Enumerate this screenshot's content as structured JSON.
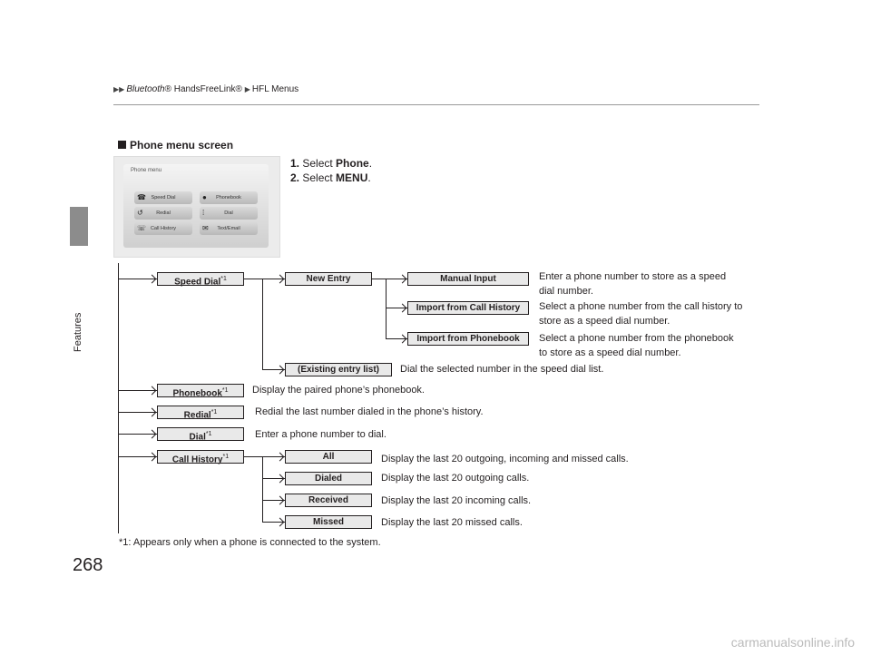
{
  "header": {
    "crumb1": "Bluetooth",
    "crumb1_mark": "®",
    "crumb2": " HandsFreeLink®",
    "crumb3": "HFL Menus"
  },
  "side": {
    "label": "Features"
  },
  "page_number": "268",
  "section": {
    "title": "Phone menu screen"
  },
  "steps": [
    {
      "num": "1.",
      "text": "Select ",
      "bold": "Phone",
      "end": "."
    },
    {
      "num": "2.",
      "text": "Select ",
      "bold": "MENU",
      "end": "."
    }
  ],
  "screen": {
    "title": "Phone menu",
    "buttons": [
      "Speed Dial",
      "Phonebook",
      "Redial",
      "Dial",
      "Call History",
      "Text/Email"
    ]
  },
  "tree": {
    "speed_dial": "Speed Dial",
    "new_entry": "New Entry",
    "manual_input": "Manual Input",
    "manual_input_desc1": "Enter a phone number to store as a speed",
    "manual_input_desc2": "dial number.",
    "import_call_history": "Import from Call History",
    "import_call_history_desc1": "Select a phone number from the call history to",
    "import_call_history_desc2": "store as a speed dial number.",
    "import_phonebook": "Import from Phonebook",
    "import_phonebook_desc1": "Select a phone number from the phonebook",
    "import_phonebook_desc2": "to store as a speed dial number.",
    "existing_entry": "(Existing entry list)",
    "existing_entry_desc": "Dial the selected number in the speed dial list.",
    "phonebook": "Phonebook",
    "phonebook_desc": "Display the paired phone’s phonebook.",
    "redial": "Redial",
    "redial_desc": "Redial the last number dialed in the phone’s history.",
    "dial": "Dial",
    "dial_desc": "Enter a phone number to dial.",
    "call_history": "Call History",
    "all": "All",
    "all_desc": "Display the last 20 outgoing, incoming and missed calls.",
    "dialed": "Dialed",
    "dialed_desc": "Display the last 20 outgoing calls.",
    "received": "Received",
    "received_desc": "Display the last 20 incoming calls.",
    "missed": "Missed",
    "missed_desc": "Display the last 20 missed calls.",
    "footnote_mark": "*1"
  },
  "footnote": "*1: Appears only when a phone is connected to the system.",
  "watermark": "carmanualsonline.info"
}
